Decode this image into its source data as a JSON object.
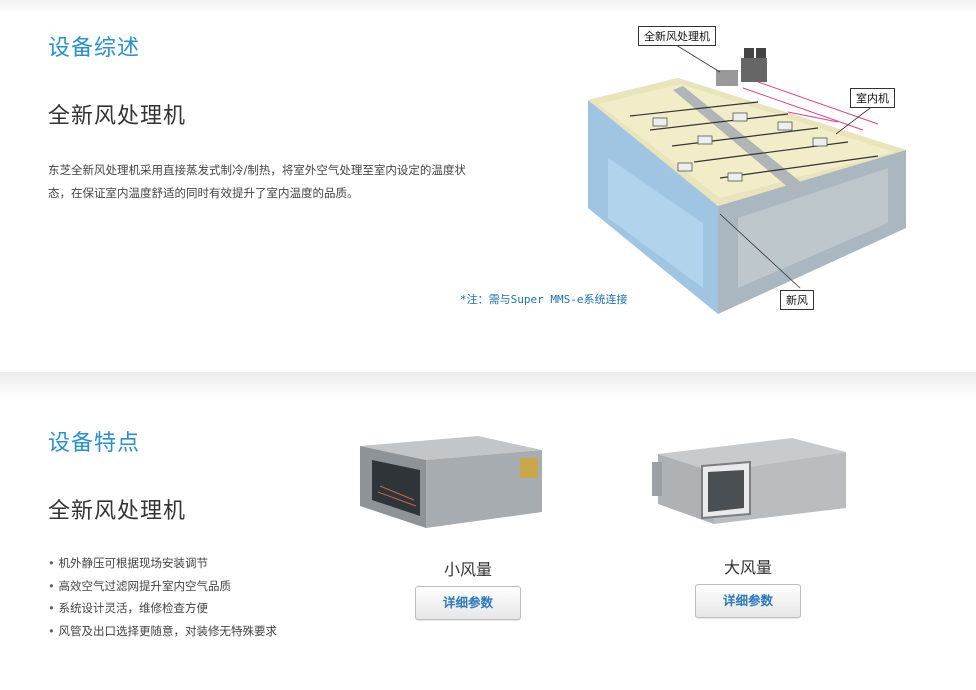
{
  "overview": {
    "heading": "设备综述",
    "product_title": "全新风处理机",
    "description": "东芝全新风处理机采用直接蒸发式制冷/制热，将室外空气处理至室内设定的温度状态，在保证室内温度舒适的同时有效提升了室内温度的品质。",
    "note": "*注：需与Super MMS-e系统连接",
    "diagram_labels": {
      "unit": "全新风处理机",
      "indoor": "室内机",
      "fresh_air": "新风"
    }
  },
  "features": {
    "heading": "设备特点",
    "product_title": "全新风处理机",
    "items": [
      "机外静压可根据现场安装调节",
      "高效空气过滤网提升室内空气品质",
      "系统设计灵活，维修检查方便",
      "风管及出口选择更随意，对装修无特殊要求"
    ],
    "products": [
      {
        "name": "小风量",
        "button": "详细参数"
      },
      {
        "name": "大风量",
        "button": "详细参数"
      }
    ]
  },
  "colors": {
    "heading_blue": "#2a8fd0",
    "button_text": "#2a78c0",
    "note_blue": "#1f6fb0"
  }
}
